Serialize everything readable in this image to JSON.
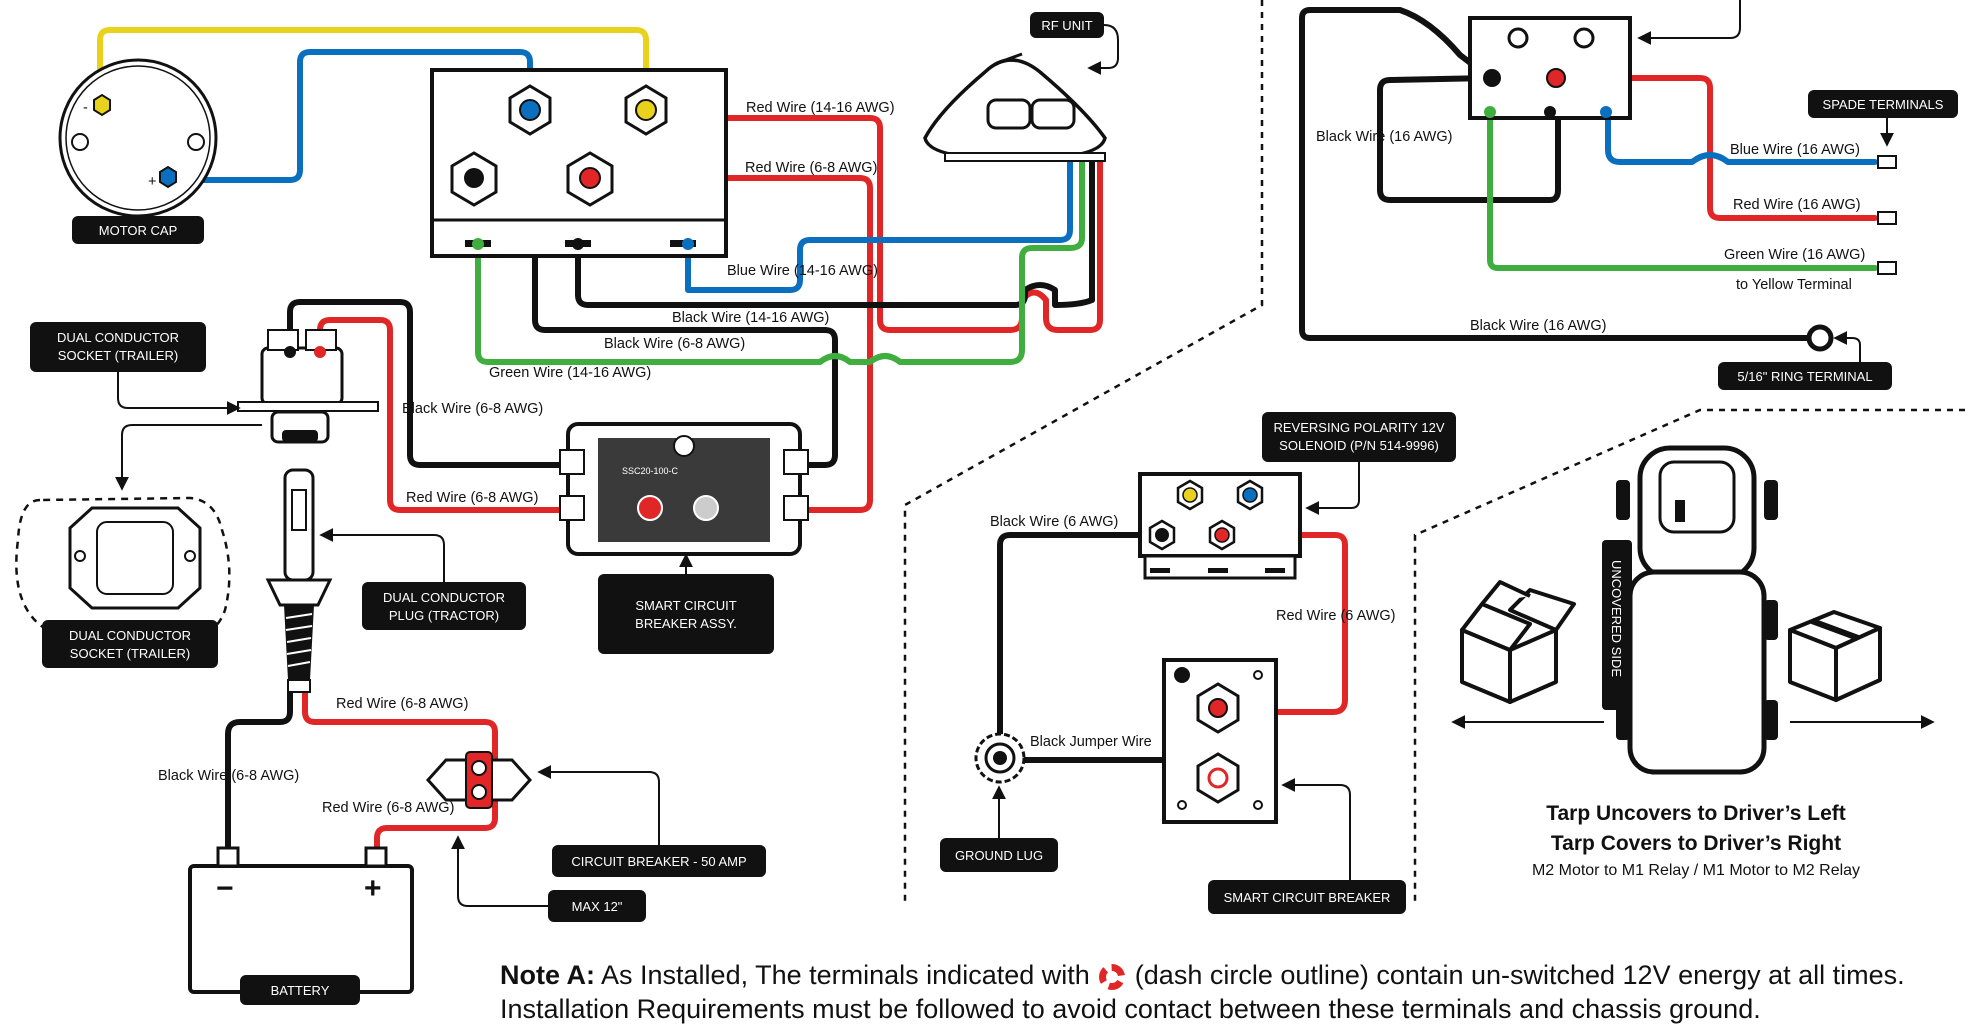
{
  "wire_labels": {
    "red_14_16_top": "Red Wire (14-16 AWG)",
    "red_6_8_top": "Red Wire (6-8 AWG)",
    "blue_14_16": "Blue Wire (14-16 AWG)",
    "black_14_16": "Black Wire (14-16 AWG)",
    "black_6_8_mid": "Black Wire (6-8 AWG)",
    "green_14_16": "Green Wire (14-16 AWG)",
    "black_6_8_left": "Black Wire (6-8 AWG)",
    "red_6_8_left": "Red Wire (6-8 AWG)",
    "red_6_8_plug": "Red Wire (6-8 AWG)",
    "black_6_8_battery": "Black Wire (6-8 AWG)",
    "red_6_8_breaker": "Red Wire (6-8 AWG)",
    "black_16_top": "Black Wire (16 AWG)",
    "blue_16": "Blue Wire (16 AWG)",
    "red_16": "Red Wire (16 AWG)",
    "green_16": "Green Wire (16 AWG)",
    "to_yellow": "to Yellow Terminal",
    "black_16_ring": "Black Wire (16 AWG)",
    "black_6": "Black Wire (6 AWG)",
    "red_6": "Red Wire (6 AWG)",
    "black_jumper": "Black Jumper Wire"
  },
  "callouts": {
    "rf_unit": "RF UNIT",
    "motor_cap": "MOTOR CAP",
    "dual_socket_top_1": "DUAL CONDUCTOR",
    "dual_socket_top_2": "SOCKET (TRAILER)",
    "dual_socket_bottom_1": "DUAL CONDUCTOR",
    "dual_socket_bottom_2": "SOCKET (TRAILER)",
    "dual_plug_1": "DUAL CONDUCTOR",
    "dual_plug_2": "PLUG (TRACTOR)",
    "smart_cb_assy_1": "SMART CIRCUIT",
    "smart_cb_assy_2": "BREAKER ASSY.",
    "circuit_breaker_50": "CIRCUIT BREAKER - 50 AMP",
    "max_12": "MAX 12\"",
    "battery": "BATTERY",
    "spade_terminals": "SPADE TERMINALS",
    "ring_terminal": "5/16\" RING TERMINAL",
    "reversing_solenoid_1": "REVERSING POLARITY 12V",
    "reversing_solenoid_2": "SOLENOID (P/N 514-9996)",
    "ground_lug": "GROUND LUG",
    "smart_cb": "SMART CIRCUIT BREAKER",
    "uncovered_side": "UNCOVERED SIDE"
  },
  "device_text": {
    "breaker_model": "SSC20-100-C"
  },
  "terminal_marks": {
    "motor_minus": "-",
    "motor_plus": "+",
    "battery_minus": "−",
    "battery_plus": "+"
  },
  "tarp": {
    "line1": "Tarp Uncovers to Driver’s Left",
    "line2": "Tarp Covers to Driver’s Right",
    "line3": "M2 Motor to M1 Relay / M1 Motor to M2 Relay"
  },
  "note": {
    "prefix": "Note A:",
    "text_before": "As Installed, The terminals indicated with",
    "text_after": "(dash circle outline) contain un-switched 12V energy at all times.",
    "line2": "Installation Requirements must be followed to avoid contact between these terminals and chassis ground."
  },
  "colors": {
    "red_wire": "#e02626",
    "blue_wire": "#0b6fc0",
    "green_wire": "#3fae3f",
    "yellow_wire": "#e8d21c",
    "black_wire": "#111111"
  }
}
